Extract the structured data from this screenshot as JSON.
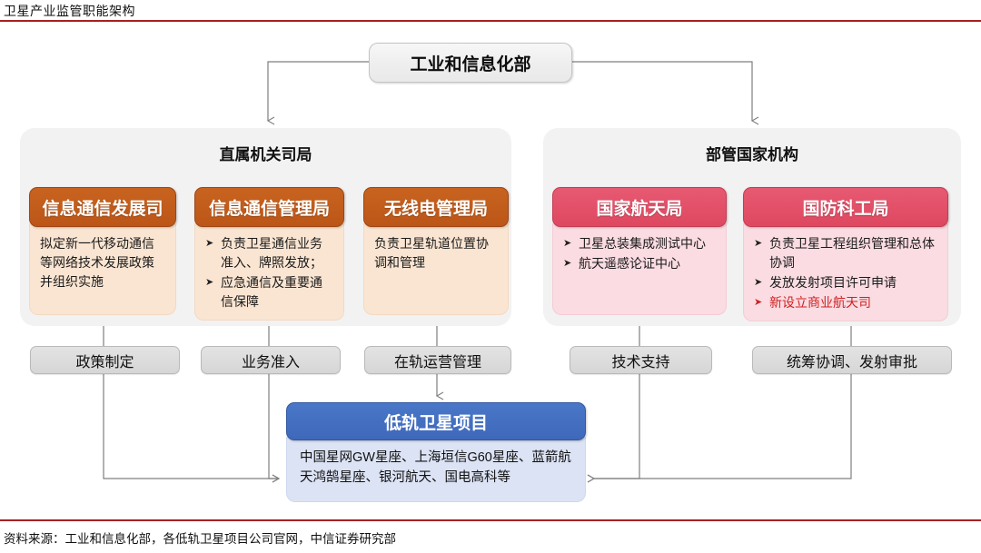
{
  "page": {
    "title": "卫星产业监管职能架构",
    "footer": "资料来源：工业和信息化部，各低轨卫星项目公司官网，中信证券研究部",
    "accent_rule_color": "#A62121"
  },
  "root": {
    "label": "工业和信息化部"
  },
  "groups": [
    {
      "id": "direct-bureaus",
      "title": "直属机关司局",
      "accent": "#BC5618",
      "body_bg": "#FAE5D2"
    },
    {
      "id": "state-agencies",
      "title": "部管国家机构",
      "accent": "#DE4860",
      "body_bg": "#FADCE2"
    }
  ],
  "cards": [
    {
      "id": "xxfz",
      "group": "direct-bureaus",
      "head": "信息通信发展司",
      "style": "orange",
      "paragraph": "拟定新一代移动通信等网络技术发展政策并组织实施",
      "bullets": []
    },
    {
      "id": "xxgl",
      "group": "direct-bureaus",
      "head": "信息通信管理局",
      "style": "orange",
      "paragraph": "",
      "bullets": [
        {
          "text": "负责卫星通信业务准入、牌照发放；",
          "highlight": false
        },
        {
          "text": "应急通信及重要通信保障",
          "highlight": false
        }
      ]
    },
    {
      "id": "wxd",
      "group": "direct-bureaus",
      "head": "无线电管理局",
      "style": "orange",
      "paragraph": "负责卫星轨道位置协调和管理",
      "bullets": []
    },
    {
      "id": "cnsa",
      "group": "state-agencies",
      "head": "国家航天局",
      "style": "pink",
      "paragraph": "",
      "bullets": [
        {
          "text": "卫星总装集成测试中心",
          "highlight": false
        },
        {
          "text": "航天遥感论证中心",
          "highlight": false
        }
      ]
    },
    {
      "id": "sastind",
      "group": "state-agencies",
      "head": "国防科工局",
      "style": "pink",
      "paragraph": "",
      "bullets": [
        {
          "text": "负责卫星工程组织管理和总体协调",
          "highlight": false
        },
        {
          "text": "发放发射项目许可申请",
          "highlight": false
        },
        {
          "text": "新设立商业航天司",
          "highlight": true
        }
      ]
    }
  ],
  "functions": [
    {
      "id": "policy",
      "label": "政策制定"
    },
    {
      "id": "access",
      "label": "业务准入"
    },
    {
      "id": "orbit",
      "label": "在轨运营管理"
    },
    {
      "id": "tech",
      "label": "技术支持"
    },
    {
      "id": "coord",
      "label": "统筹协调、发射审批"
    }
  ],
  "project": {
    "head": "低轨卫星项目",
    "body": "中国星网GW星座、上海垣信G60星座、蓝箭航天鸿鹄星座、银河航天、国电高科等",
    "head_color": "#4572C4",
    "body_color": "#DCE3F5"
  },
  "connector_color": "#7f7f7f"
}
